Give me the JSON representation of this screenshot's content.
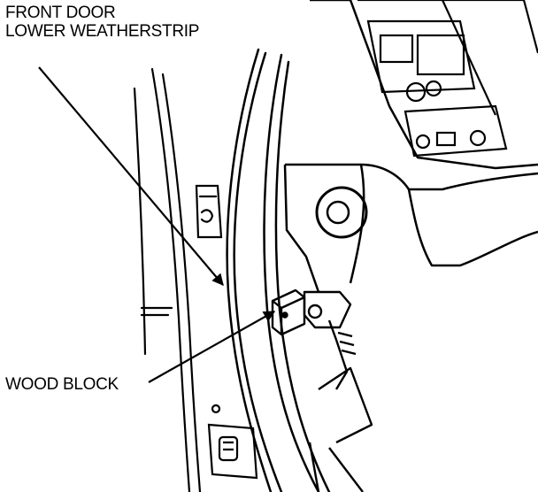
{
  "callouts": {
    "weatherstrip": {
      "line1": "FRONT DOOR",
      "line2": "LOWER WEATHERSTRIP"
    },
    "wood_block": {
      "label": "WOOD BLOCK"
    }
  },
  "colors": {
    "ink": "#000000",
    "paper": "#ffffff"
  }
}
